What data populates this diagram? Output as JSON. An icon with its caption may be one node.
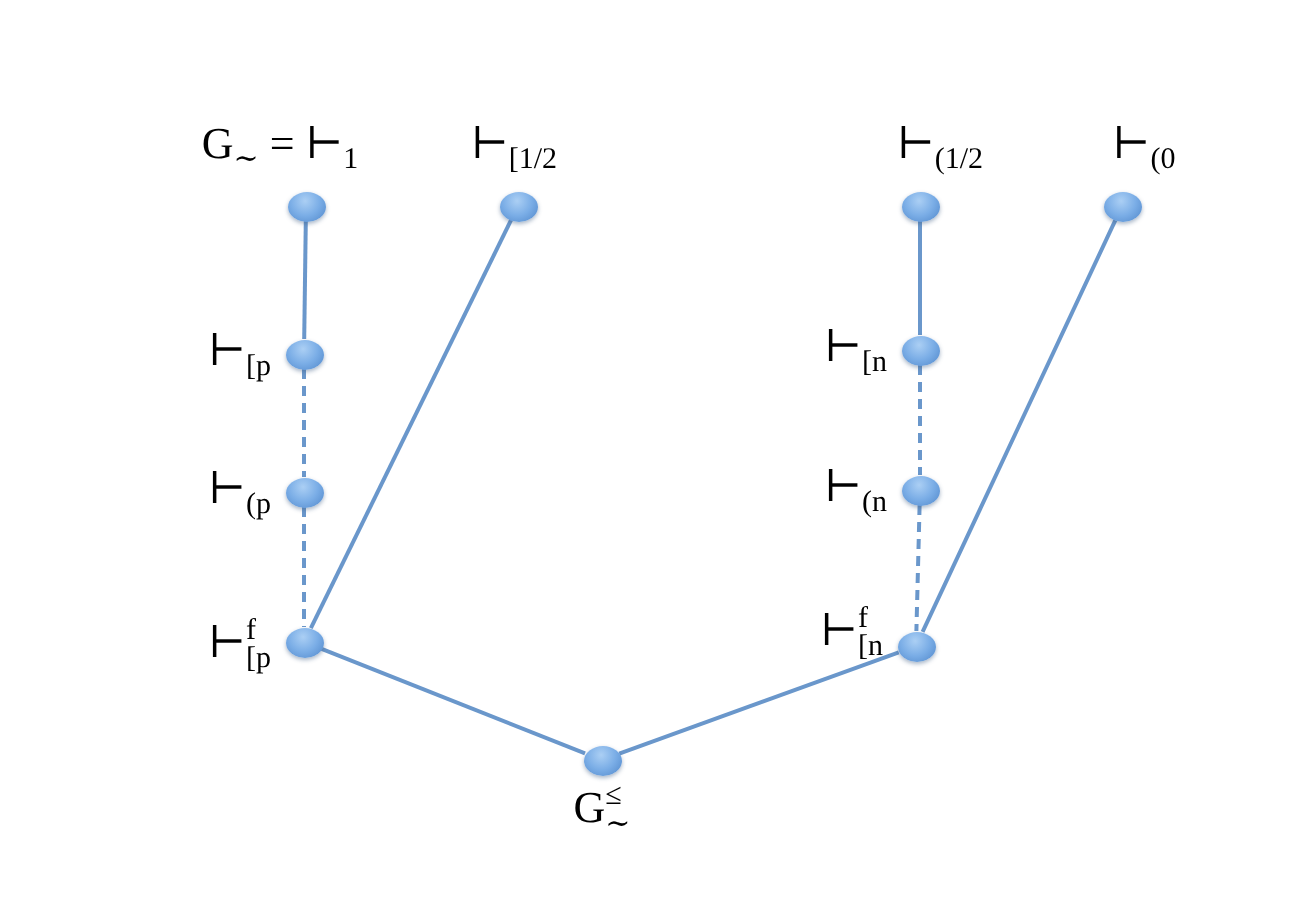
{
  "diagram": {
    "nodes": [
      {
        "text": [
          "G$_{∼}$ = ⊢$_{1}$"
        ]
      },
      {
        "text": [
          "⊢$_{[1/2}$"
        ]
      },
      {
        "text": [
          "⊢$_{(1/2}$"
        ]
      },
      {
        "text": [
          "⊢$_{(0}$"
        ]
      },
      {
        "text": [
          "⊢$_{[p}$"
        ]
      },
      {
        "text": [
          "⊢$_{[n}$"
        ]
      },
      {
        "text": [
          "⊢$_{(p}$"
        ]
      },
      {
        "text": [
          "⊢$_{(n}$"
        ]
      },
      {
        "text": [
          "⊢$^{f}$$_{[p}$"
        ]
      },
      {
        "text": [
          "⊢$^{f}$$_{[n}$"
        ]
      },
      {
        "text": [
          "G$^{≤}$$_{∼}$"
        ]
      }
    ],
    "edges": [
      {
        "from": 0,
        "to": 4,
        "arrow": "none"
      },
      {
        "from": 4,
        "to": 6,
        "arrow": "none",
        "style": "dashed"
      },
      {
        "from": 6,
        "to": 8,
        "arrow": "none",
        "style": "dashed"
      },
      {
        "from": 1,
        "to": 8,
        "arrow": "none"
      },
      {
        "from": 8,
        "to": 10,
        "arrow": "none"
      },
      {
        "from": 2,
        "to": 5,
        "arrow": "none"
      },
      {
        "from": 5,
        "to": 7,
        "arrow": "none",
        "style": "dashed"
      },
      {
        "from": 7,
        "to": 9,
        "arrow": "none",
        "style": "dashed"
      },
      {
        "from": 3,
        "to": 9,
        "arrow": "none"
      },
      {
        "from": 9,
        "to": 10,
        "arrow": "none"
      }
    ]
  }
}
